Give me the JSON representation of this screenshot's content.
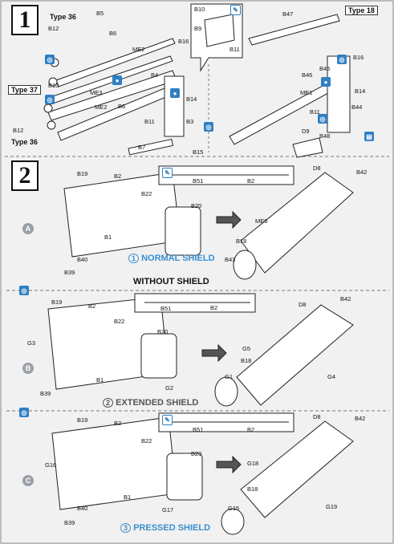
{
  "step1": {
    "number": "1",
    "type_labels": [
      "Type 36",
      "Type 37",
      "Type 36",
      "Type 18"
    ],
    "part_labels": [
      "B5",
      "B12",
      "B6",
      "ME2",
      "B16",
      "B4",
      "B13",
      "ME3",
      "B6",
      "ME2",
      "B11",
      "B14",
      "B3",
      "B7",
      "B15",
      "B10",
      "B9",
      "B11",
      "B47",
      "B46",
      "B45",
      "B16",
      "ME1",
      "B14",
      "B11",
      "B44",
      "D9",
      "B48",
      "B12"
    ]
  },
  "step2": {
    "number": "2",
    "variants": [
      {
        "letter": "A",
        "caption_num": "1",
        "caption_text": "NORMAL SHIELD",
        "labels": [
          "B19",
          "B2",
          "B22",
          "B20",
          "B1",
          "B40",
          "B39",
          "B51",
          "B2",
          "D8",
          "B42",
          "ME6",
          "B18",
          "B43"
        ]
      },
      {
        "letter": "B",
        "caption_num": "2",
        "caption_text": "EXTENDED SHIELD",
        "labels": [
          "B19",
          "B2",
          "G3",
          "B22",
          "B20",
          "B1",
          "G2",
          "B39",
          "B51",
          "B2",
          "D8",
          "B42",
          "G5",
          "B18",
          "G1",
          "G4"
        ]
      },
      {
        "letter": "C",
        "caption_num": "3",
        "caption_text": "PRESSED SHIELD",
        "labels": [
          "B19",
          "B2",
          "G16",
          "B22",
          "B20",
          "B1",
          "B40",
          "B39",
          "G17",
          "B51",
          "B2",
          "D8",
          "B42",
          "G18",
          "B18",
          "G15",
          "G19"
        ]
      }
    ],
    "without_shield": "WITHOUT SHIELD"
  }
}
